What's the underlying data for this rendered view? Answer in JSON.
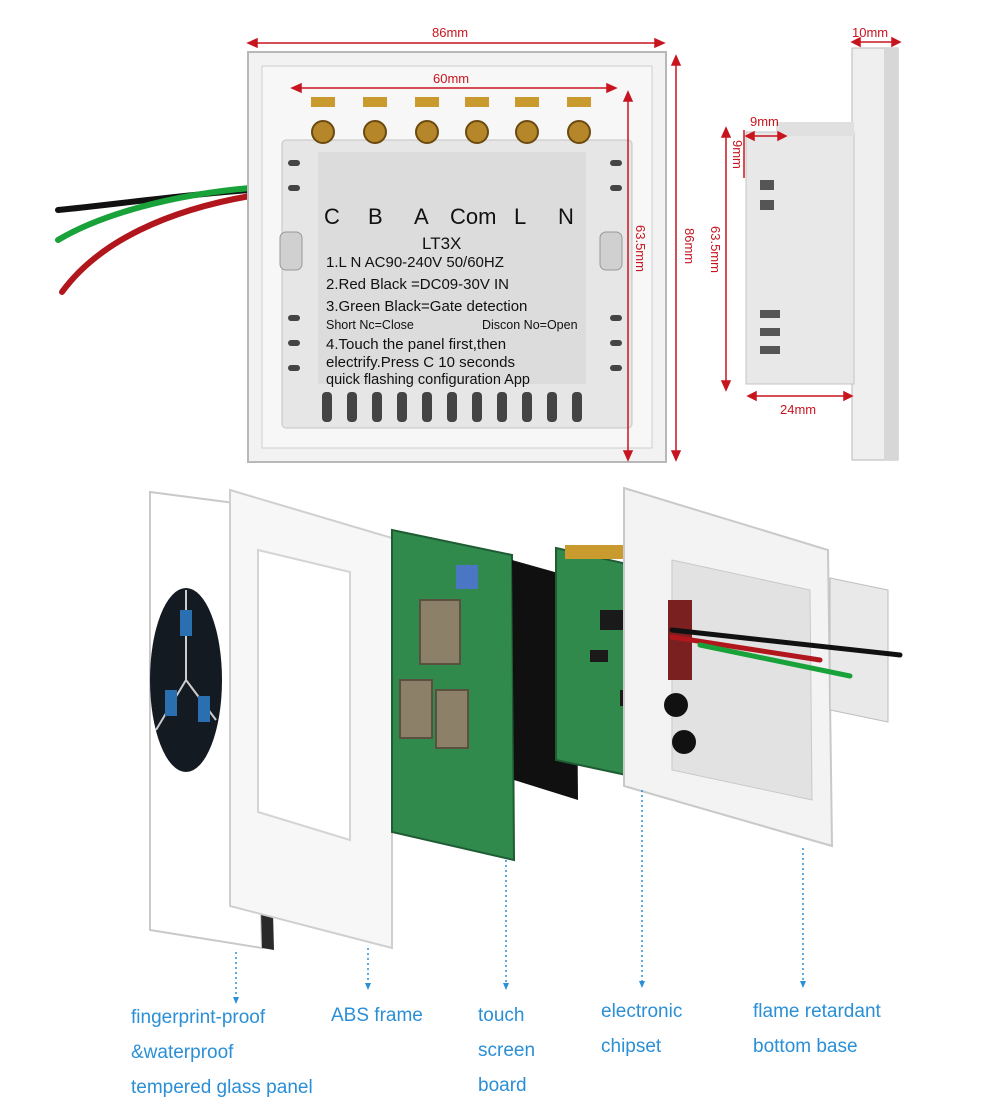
{
  "dimensions": {
    "width_86": "86mm",
    "inner_60": "60mm",
    "height_86": "86mm",
    "inner_63_5": "63.5mm",
    "depth_10": "10mm",
    "depth_9": "9mm",
    "height_9": "9mm",
    "side_63_5": "63.5mm",
    "width_24": "24mm"
  },
  "terminals": [
    "C",
    "B",
    "A",
    "Com",
    "L",
    "N"
  ],
  "label": {
    "model": "LT3X",
    "line1": "1.L N AC90-240V 50/60HZ",
    "line2": "2.Red Black =DC09-30V IN",
    "line3": "3.Green Black=Gate detection",
    "line3a_left": "Short Nc=Close",
    "line3a_right": "Discon No=Open",
    "line4a": "4.Touch the panel first,then",
    "line4b": "electrify.Press C 10 seconds",
    "line4c": "quick flashing configuration App"
  },
  "captions": {
    "glass": [
      "fingerprint-proof",
      "&waterproof",
      "tempered glass panel"
    ],
    "frame": [
      "ABS frame"
    ],
    "touch": [
      "touch",
      "screen",
      "board"
    ],
    "chip": [
      "electronic",
      "chipset"
    ],
    "base": [
      "flame retardant",
      "bottom base"
    ]
  },
  "colors": {
    "dimension": "#c8141e",
    "caption": "#2a8fd6",
    "pcb": "#2f8a4c",
    "wire_green": "#19a13a",
    "wire_red": "#b1161c",
    "wire_black": "#111111"
  }
}
